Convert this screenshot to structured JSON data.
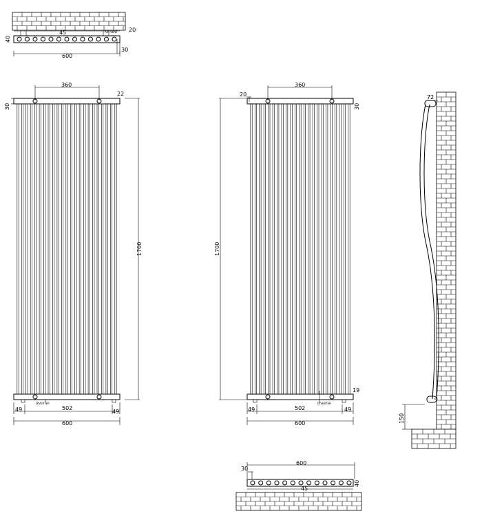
{
  "top_plan": {
    "dims": {
      "d20": "20",
      "d40": "40",
      "d45": "45",
      "d30": "30",
      "d600": "600"
    },
    "air_vent": "AIR VENT"
  },
  "front_view": {
    "dims": {
      "d360": "360",
      "d22": "22",
      "d30": "30",
      "d1700": "1700",
      "d49l": "49",
      "d502": "502",
      "d49r": "49",
      "d600": "600"
    },
    "diverter": "DIVERTER"
  },
  "rear_view": {
    "dims": {
      "d20": "20",
      "d360": "360",
      "d30": "30",
      "d1700": "1700",
      "d19": "19",
      "d49l": "49",
      "d502": "502",
      "d49r": "49",
      "d600": "600"
    },
    "diverter": "DIVERTER"
  },
  "side_view": {
    "dims": {
      "d72": "72",
      "d150": "150"
    }
  },
  "bottom_plan": {
    "dims": {
      "d600": "600",
      "d30": "30",
      "d40": "40",
      "d45": "45"
    }
  }
}
